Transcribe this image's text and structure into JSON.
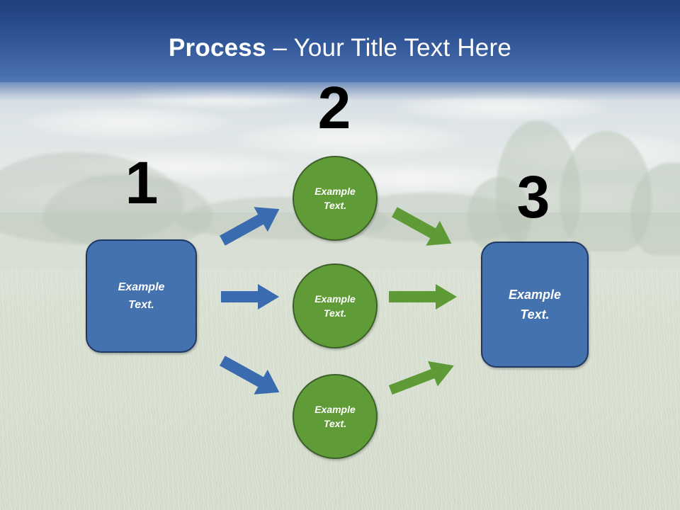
{
  "slide": {
    "title_strong": "Process ",
    "title_rest": "– Your Title Text Here",
    "background_description": "grassy-field-with-sky-photo"
  },
  "colors": {
    "title_band_top": "#1f3f7d",
    "title_band_bottom": "#4c73b4",
    "rect_fill": "#4472AE",
    "rect_border": "#1f3864",
    "circle_fill": "#5F9B36",
    "circle_border": "#3c612a",
    "arrow_blue": "#3A6BAF",
    "arrow_green": "#5E9B36",
    "numeral": "#000000",
    "node_text": "#ffffff"
  },
  "steps": [
    {
      "number": "1",
      "label": "Example\nText."
    },
    {
      "number": "2",
      "label": "Example\nText."
    },
    {
      "number": "3",
      "label": "Example\nText."
    }
  ],
  "nodes": {
    "left_box": {
      "text": "Example\nText."
    },
    "circle_top": {
      "text": "Example\nText."
    },
    "circle_middle": {
      "text": "Example\nText."
    },
    "circle_bottom": {
      "text": "Example\nText."
    },
    "right_box": {
      "text": "Example\nText."
    }
  },
  "arrows": {
    "blue_up": "arrow-up-right-blue",
    "blue_straight": "arrow-right-blue",
    "blue_down": "arrow-down-right-blue",
    "green_down": "arrow-down-right-green",
    "green_straight": "arrow-right-green",
    "green_up": "arrow-up-right-green"
  }
}
